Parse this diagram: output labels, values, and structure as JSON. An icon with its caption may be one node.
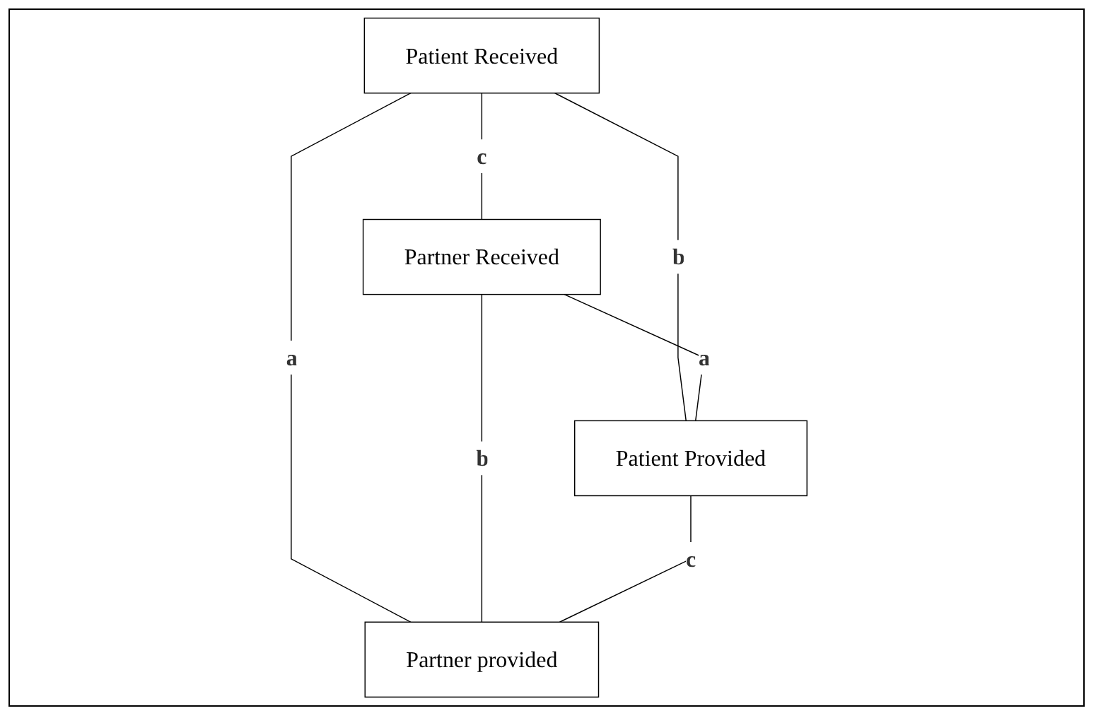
{
  "diagram": {
    "nodes": [
      {
        "text": [
          "Patient Received"
        ]
      },
      {
        "text": [
          "Partner Received"
        ]
      },
      {
        "text": [
          "Patient Provided"
        ]
      },
      {
        "text": [
          "Partner provided"
        ]
      }
    ],
    "edges": [
      {
        "from": 0,
        "to": 1,
        "arrow": "none",
        "label": "c"
      },
      {
        "from": 0,
        "to": 3,
        "arrow": "none",
        "label": "a"
      },
      {
        "from": 0,
        "to": 2,
        "arrow": "none",
        "label": "b"
      },
      {
        "from": 1,
        "to": 3,
        "arrow": "none",
        "label": "b"
      },
      {
        "from": 1,
        "to": 2,
        "arrow": "none",
        "label": "a"
      },
      {
        "from": 2,
        "to": 3,
        "arrow": "none",
        "label": "c"
      }
    ]
  }
}
